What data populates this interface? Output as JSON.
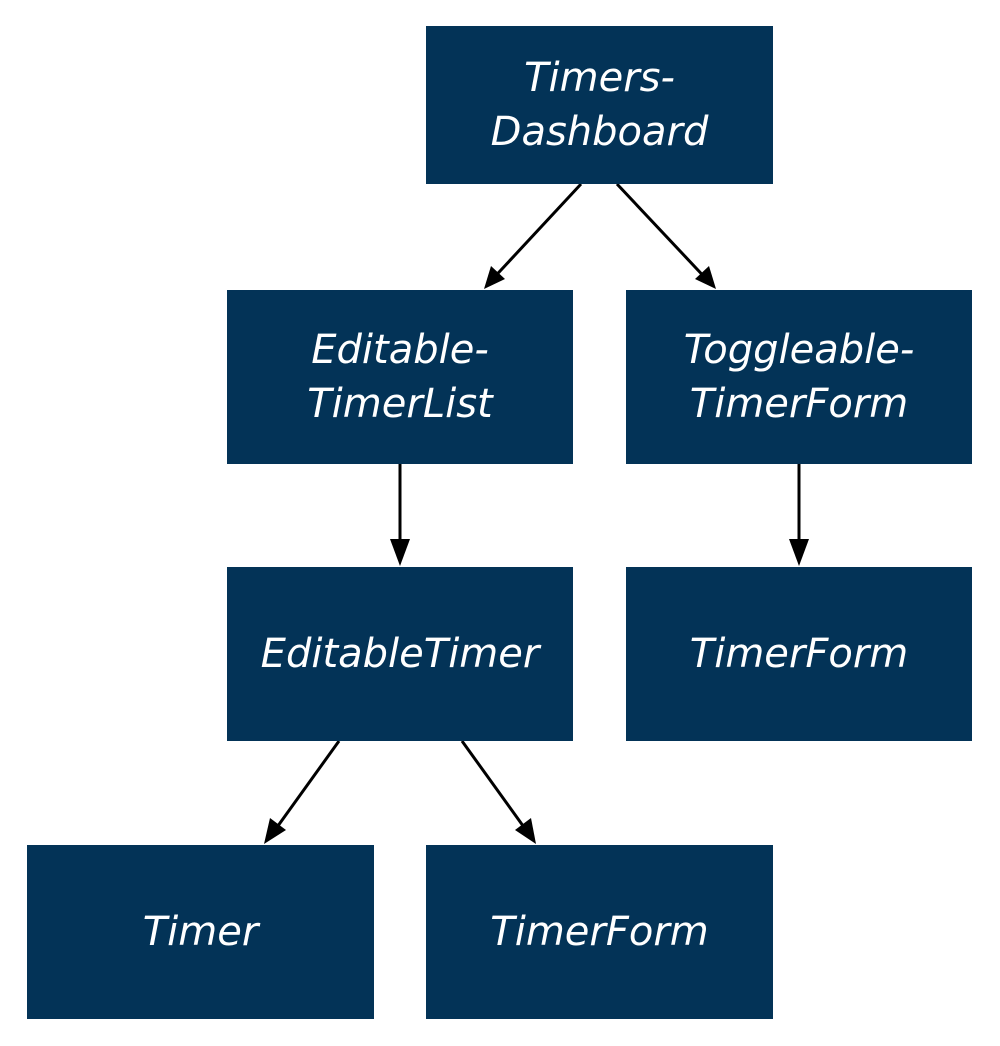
{
  "colors": {
    "node_fill": "#033357",
    "node_text": "#ffffff",
    "edge": "#000000",
    "background": "#ffffff"
  },
  "nodes": {
    "dashboard": {
      "line1": "Timers-",
      "line2": "Dashboard"
    },
    "editable_timer_list": {
      "line1": "Editable-",
      "line2": "TimerList"
    },
    "toggleable_timer_form": {
      "line1": "Toggleable-",
      "line2": "TimerForm"
    },
    "editable_timer": {
      "label": "EditableTimer"
    },
    "timer_form_right": {
      "label": "TimerForm"
    },
    "timer": {
      "label": "Timer"
    },
    "timer_form_bottom": {
      "label": "TimerForm"
    }
  },
  "edges": [
    {
      "from": "dashboard",
      "to": "editable_timer_list"
    },
    {
      "from": "dashboard",
      "to": "toggleable_timer_form"
    },
    {
      "from": "editable_timer_list",
      "to": "editable_timer"
    },
    {
      "from": "toggleable_timer_form",
      "to": "timer_form_right"
    },
    {
      "from": "editable_timer",
      "to": "timer"
    },
    {
      "from": "editable_timer",
      "to": "timer_form_bottom"
    }
  ]
}
